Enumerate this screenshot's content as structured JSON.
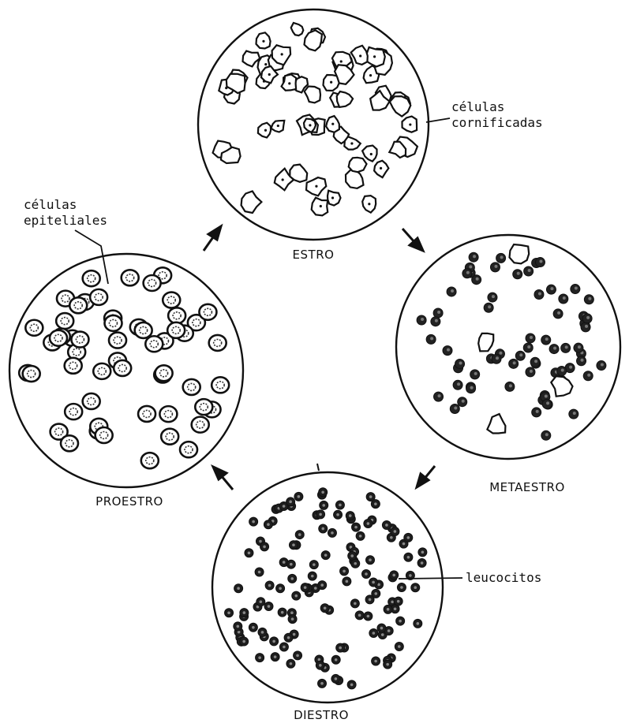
{
  "stages": {
    "estro": "ESTRO",
    "metaestro": "METAESTRO",
    "diestro": "DIESTRO",
    "proestro": "PROESTRO"
  },
  "annotations": {
    "cornified_line1": "células",
    "cornified_line2": "cornificadas",
    "epithelial_line1": "células",
    "epithelial_line2": "epiteliales",
    "leukocytes": "leucocitos"
  }
}
